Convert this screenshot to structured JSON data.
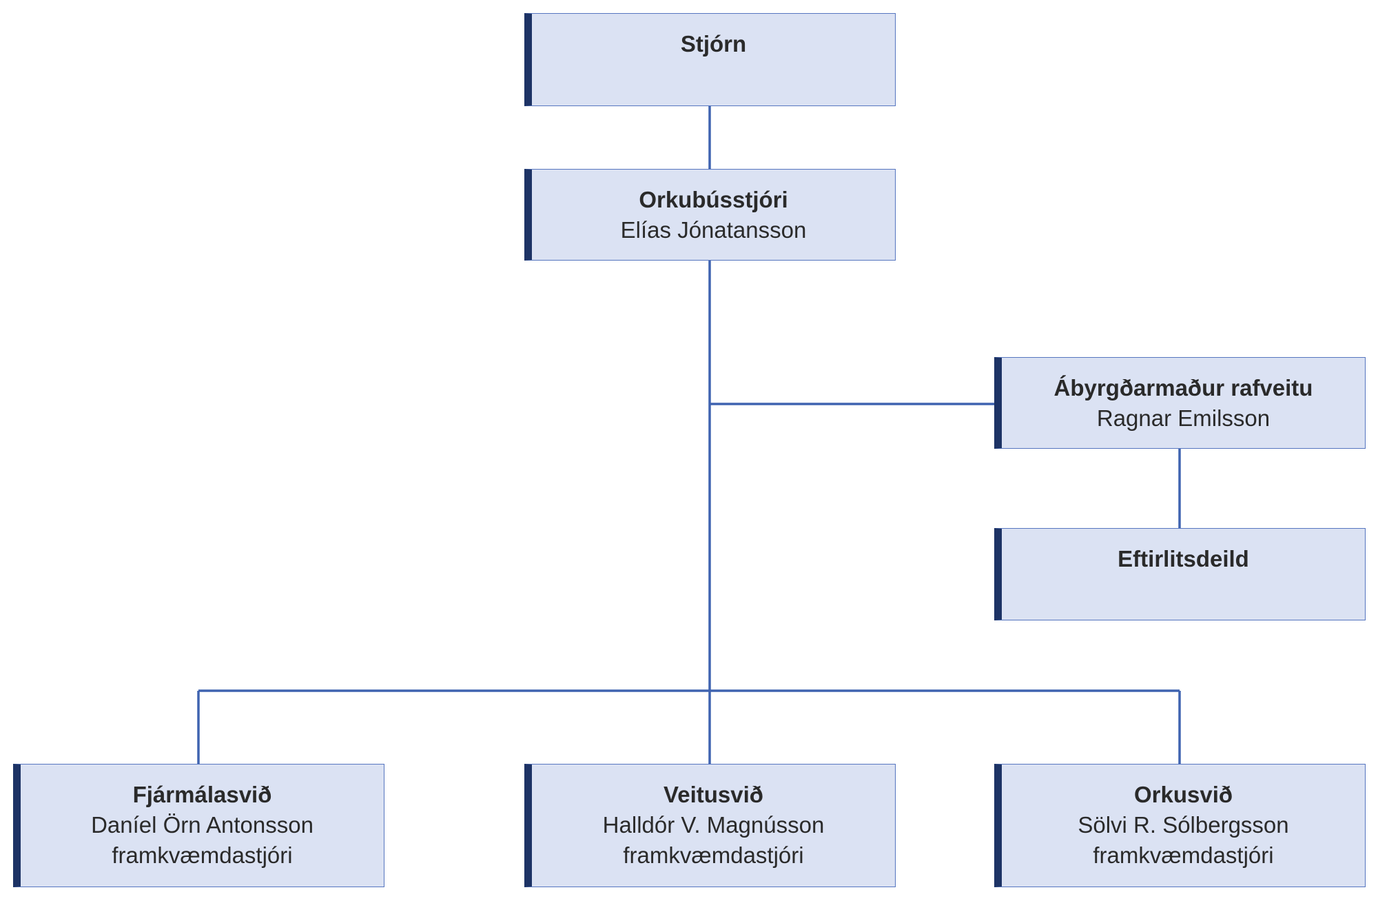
{
  "diagram": {
    "nodes": {
      "board": {
        "title": "Stjórn"
      },
      "ceo": {
        "title": "Orkubússtjóri",
        "person": "Elías Jónatansson"
      },
      "electrical": {
        "title": "Ábyrgðarmaður rafveitu",
        "person": "Ragnar Emilsson"
      },
      "inspection": {
        "title": "Eftirlitsdeild"
      },
      "finance": {
        "title": "Fjármálasvið",
        "person": "Daníel Örn Antonsson",
        "role": "framkvæmdastjóri"
      },
      "utilities": {
        "title": "Veitusvið",
        "person": "Halldór V. Magnússon",
        "role": "framkvæmdastjóri"
      },
      "energy": {
        "title": "Orkusvið",
        "person": "Sölvi R. Sólbergsson",
        "role": "framkvæmdastjóri"
      }
    },
    "colors": {
      "box_fill": "#dbe2f3",
      "box_border": "#5575bf",
      "accent_bar": "#1d3365",
      "connector": "#3f63b0",
      "text": "#2a2a2a"
    }
  }
}
